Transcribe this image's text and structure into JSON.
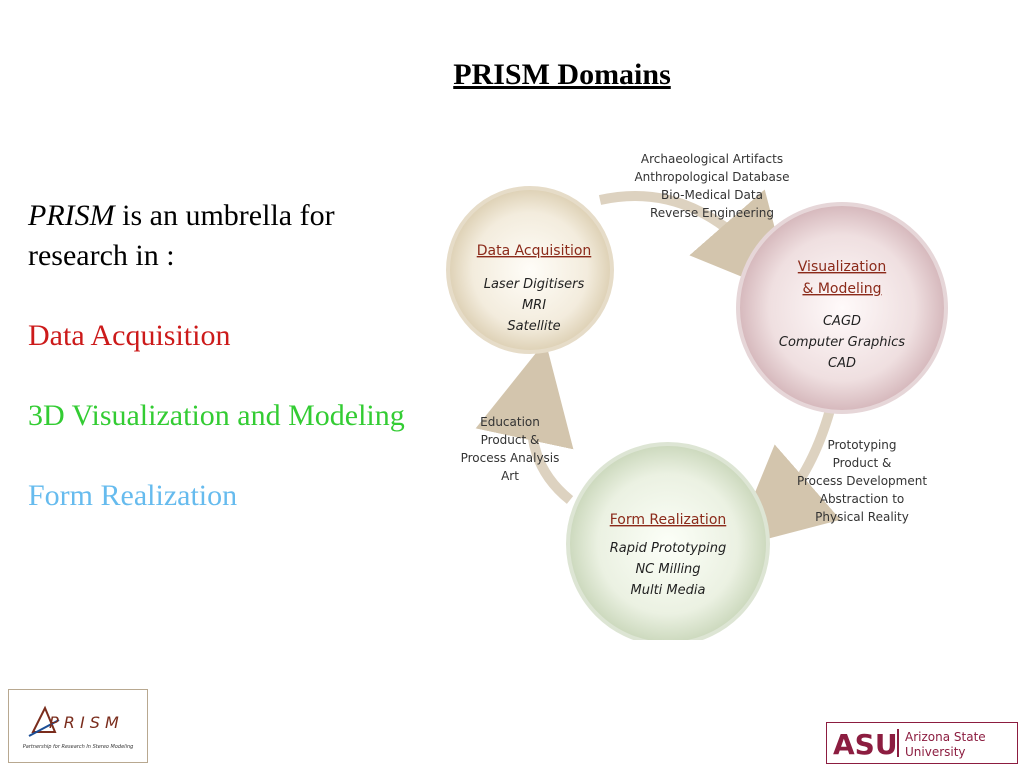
{
  "slide": {
    "title": "PRISM Domains",
    "intro_italic": "PRISM",
    "intro_rest": " is an umbrella for research in :",
    "domains": {
      "data_acquisition": "Data Acquisition",
      "visualization": "3D Visualization and Modeling",
      "form_realization": "Form Realization"
    }
  },
  "diagram": {
    "nodes": {
      "data_acquisition": {
        "title": "Data Acquisition",
        "items": [
          "Laser Digitisers",
          "MRI",
          "Satellite"
        ]
      },
      "visualization": {
        "title_line1": "Visualization",
        "title_line2": "& Modeling",
        "items": [
          "CAGD",
          "Computer Graphics",
          "CAD"
        ]
      },
      "form_realization": {
        "title": "Form Realization",
        "items": [
          "Rapid Prototyping",
          "NC Milling",
          "Multi Media"
        ]
      }
    },
    "edge_labels": {
      "top": [
        "Archaeological Artifacts",
        "Anthropological Database",
        "Bio-Medical Data",
        "Reverse Engineering"
      ],
      "right": [
        "Prototyping",
        "Product &",
        "Process Development",
        "Abstraction to",
        "Physical Reality"
      ],
      "left": [
        "Education",
        "Product &",
        "Process Analysis",
        "Art"
      ]
    },
    "colors": {
      "circle_title": "#8b2a1a",
      "circle_text": "#222222",
      "circle_da": "#ece3cf",
      "circle_vm": "#e5cdd0",
      "circle_fr": "#dde8d0",
      "arrow": "#d8ccb8"
    }
  },
  "logos": {
    "prism_letters": "P R I S M",
    "prism_tagline": "Partnership for Research In Stereo Modeling",
    "asu_mark": "ASU",
    "asu_line1": "Arizona State",
    "asu_line2": "University"
  }
}
